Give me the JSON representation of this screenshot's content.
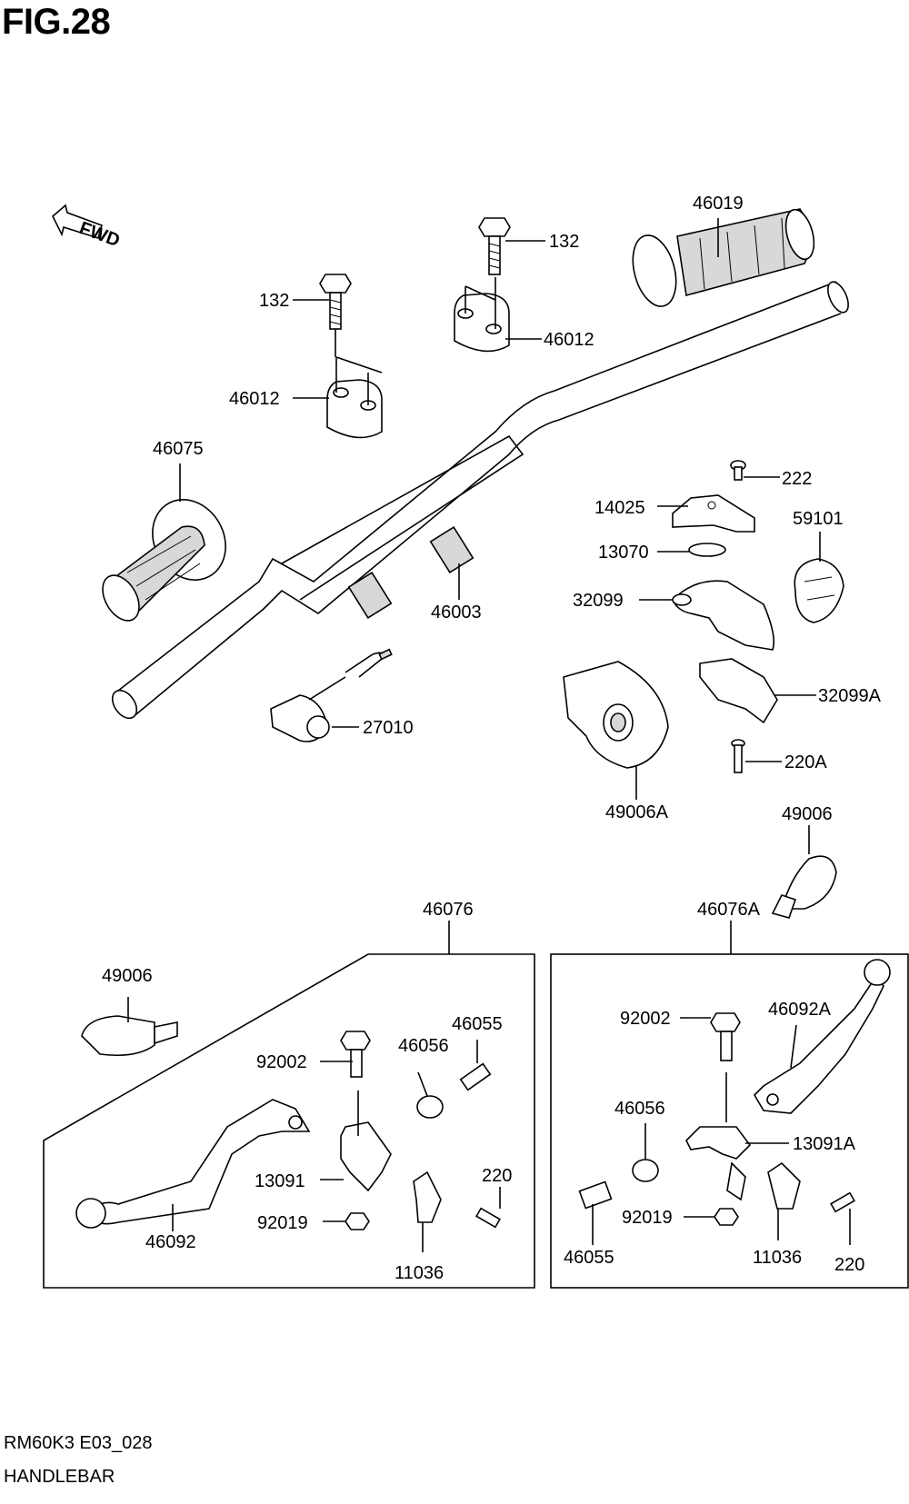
{
  "figure": {
    "title": "FIG.28",
    "direction_label": "FWD"
  },
  "footer": {
    "code": "RM60K3 E03_028",
    "name": "HANDLEBAR"
  },
  "parts": {
    "bolt_132_left": "132",
    "bolt_132_right": "132",
    "holder_46012_right": "46012",
    "holder_46012_left": "46012",
    "grip_46019": "46019",
    "grip_46075": "46075",
    "handlebar_46003": "46003",
    "screw_222": "222",
    "cover_14025": "14025",
    "clamp_13070": "13070",
    "throttle_59101": "59101",
    "housing_32099": "32099",
    "housing_32099A": "32099A",
    "switch_27010": "27010",
    "screw_220A": "220A",
    "guard_49006A": "49006A",
    "guard_49006_right": "49006",
    "guard_49006_left": "49006",
    "lever_assy_46076": "46076",
    "lever_assy_46076A": "46076A",
    "bolt_92002_left": "92002",
    "bolt_92002_right": "92002",
    "adjuster_46055_left": "46055",
    "adjuster_46055_right": "46055",
    "nut_46056_left": "46056",
    "nut_46056_right": "46056",
    "holder_13091": "13091",
    "holder_13091A": "13091A",
    "nut_92019_left": "92019",
    "nut_92019_right": "92019",
    "clamp_11036_left": "11036",
    "clamp_11036_right": "11036",
    "screw_220_left": "220",
    "screw_220_right": "220",
    "lever_46092": "46092",
    "lever_46092A": "46092A"
  }
}
